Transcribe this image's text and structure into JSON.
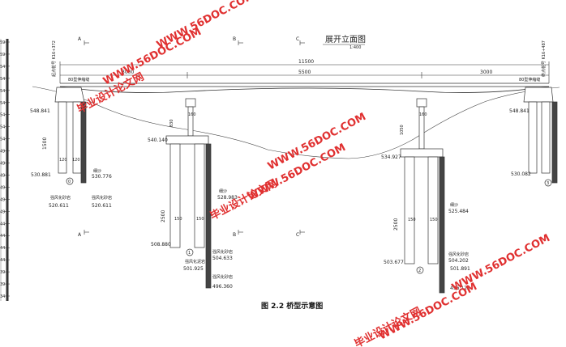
{
  "drawing": {
    "title": "展开立面图",
    "scale": "1:400",
    "section_letters": [
      "A",
      "B",
      "C"
    ],
    "dim_total": "11500",
    "dim_left": "3000",
    "dim_mid": "5500",
    "dim_right": "3000",
    "deck_left_label": "80型伸缩缝",
    "deck_right_label": "80型伸缩缝",
    "left_station": "起点桩号 K16+372",
    "right_station": "终点桩号 K16+487",
    "abutment_0": {
      "top": "548.841",
      "bottom": "530.881",
      "num": "0",
      "dim_h": "1500",
      "dim_a": "120",
      "dim_b": "120"
    },
    "pier_1": {
      "top": "540.140",
      "bottom": "508.880",
      "num": "1",
      "dim_cap": "830",
      "dim_a": "160",
      "dim_h": "2500",
      "dim_b": "150",
      "dim_c": "150"
    },
    "pier_2": {
      "top": "534.927",
      "bottom": "503.677",
      "num": "2",
      "dim_cap": "1050",
      "dim_a": "160",
      "dim_h": "2500",
      "dim_b": "150",
      "dim_c": "150"
    },
    "abutment_3": {
      "top": "548.841",
      "bottom": "530.082",
      "num": "3"
    },
    "soil_left": [
      {
        "name": "细沙",
        "elev": "530.776"
      },
      {
        "name": "强风化砂岩",
        "elev": "520.611"
      }
    ],
    "soil_left_extra": {
      "name": "强风化砂岩",
      "elev": "520.611"
    },
    "soil_p1": [
      {
        "name": "细沙",
        "elev": "528.983"
      },
      {
        "name": "强风化砂岩",
        "elev": "504.633"
      },
      {
        "name": "强风化泥岩",
        "elev": "501.925"
      },
      {
        "name": "强风化砂岩",
        "elev": "496.360"
      }
    ],
    "soil_p2": [
      {
        "name": "细沙",
        "elev": "525.484"
      },
      {
        "name": "强风化砂岩",
        "elev": "504.202"
      },
      {
        "name": "",
        "elev": "501.891"
      },
      {
        "name": "",
        "elev": "496.126"
      }
    ],
    "left_axis_ticks": [
      "59",
      "59",
      "54",
      "54",
      "54",
      "54",
      "54",
      "54",
      "54",
      "49",
      "49",
      "49",
      "49",
      "49",
      "49",
      "44",
      "44",
      "44",
      "44",
      "39",
      "39",
      "34"
    ]
  },
  "caption": "图 2.2 桥型示意图",
  "watermarks": [
    "毕业设计论文网",
    "WWW.56DOC.COM"
  ],
  "colors": {
    "line": "#333333",
    "watermark": "#e03030"
  }
}
